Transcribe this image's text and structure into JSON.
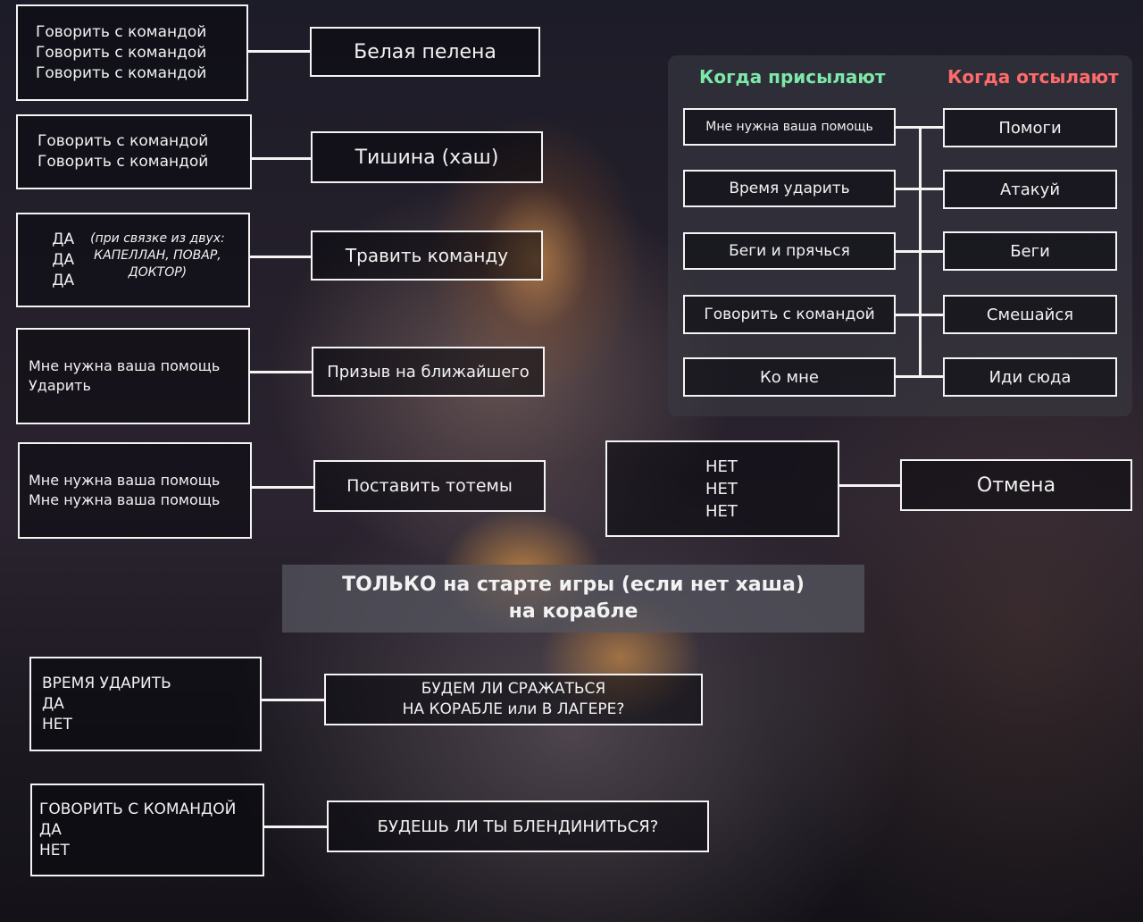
{
  "rows": [
    {
      "commands": [
        "Говорить с командой",
        "Говорить с командой",
        "Говорить с командой"
      ],
      "result": "Белая пелена"
    },
    {
      "commands": [
        "Говорить с командой",
        "Говорить с командой"
      ],
      "result": "Тишина (хаш)"
    },
    {
      "commands": [
        "ДА",
        "ДА",
        "ДА"
      ],
      "note": "(при связке из двух: КАПЕЛЛАН, ПОВАР, ДОКТОР)",
      "note_lines": [
        "(при связке из двух:",
        "КАПЕЛЛАН, ПОВАР,",
        "ДОКТОР)"
      ],
      "result": "Травить команду"
    },
    {
      "commands": [
        "Мне нужна ваша помощь",
        "Ударить"
      ],
      "result": "Призыв на ближайшего"
    },
    {
      "commands": [
        "Мне нужна ваша помощь",
        "Мне нужна ваша помощь"
      ],
      "result": "Поставить тотемы"
    },
    {
      "commands": [
        "НЕТ",
        "НЕТ",
        "НЕТ"
      ],
      "result": "Отмена"
    }
  ],
  "panel": {
    "header_sent": "Когда присылают",
    "header_reply": "Когда отсылают",
    "header_sent_color": "#7de8a8",
    "header_reply_color": "#ff6b6b",
    "pairs": [
      {
        "sent": "Мне нужна ваша помощь",
        "reply": "Помоги"
      },
      {
        "sent": "Время ударить",
        "reply": "Атакуй"
      },
      {
        "sent": "Беги и прячься",
        "reply": "Беги"
      },
      {
        "sent": "Говорить с командой",
        "reply": "Смешайся"
      },
      {
        "sent": "Ко мне",
        "reply": "Иди сюда"
      }
    ]
  },
  "banner": {
    "line1": "ТОЛЬКО на старте игры (если нет хаша)",
    "line2": "на корабле"
  },
  "start_rows": [
    {
      "commands": [
        "ВРЕМЯ УДАРИТЬ",
        "ДА",
        "НЕТ"
      ],
      "question_lines": [
        "БУДЕМ ЛИ СРАЖАТЬСЯ",
        "НА КОРАБЛЕ или В ЛАГЕРЕ?"
      ]
    },
    {
      "commands": [
        "ГОВОРИТЬ С КОМАНДОЙ",
        "ДА",
        "НЕТ"
      ],
      "question_lines": [
        "БУДЕШЬ ЛИ ТЫ БЛЕНДИНИТЬСЯ?"
      ]
    }
  ]
}
